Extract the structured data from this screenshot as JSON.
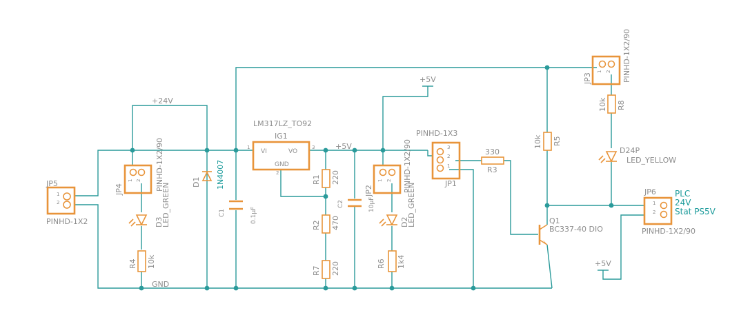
{
  "schematic": {
    "connectors": {
      "jp5": {
        "name": "JP5",
        "value": "PINHD-1X2",
        "pin1": "1",
        "pin2": "2"
      },
      "jp4": {
        "name": "JP4",
        "value": "PINHD-1X2/90",
        "pin1": "1",
        "pin2": "2"
      },
      "jp2": {
        "name": "JP2",
        "value": "PINHD-1X2/90",
        "pin1": "1",
        "pin2": "2"
      },
      "jp1": {
        "name": "JP1",
        "value": "PINHD-1X3",
        "pin1": "1",
        "pin2": "2",
        "pin3": "3"
      },
      "jp3": {
        "name": "JP3",
        "value": "PINHD-1X2/90",
        "pin1": "1",
        "pin2": "2"
      },
      "jp6": {
        "name": "JP6",
        "value": "PINHD-1X2/90",
        "pin1": "1",
        "pin2": "2"
      }
    },
    "regulator": {
      "name": "IG1",
      "value": "LM317LZ_TO92",
      "pin_vi": "VI",
      "pin_vo": "VO",
      "pin_gnd": "GND",
      "pin1": "1",
      "pin2": "2",
      "pin3": "3"
    },
    "diodes": {
      "d1": {
        "name": "D1",
        "value": "1N4007"
      },
      "d3": {
        "name": "D3",
        "value": "LED_GREEN"
      },
      "d2": {
        "name": "D2",
        "value": "LED_GREEN"
      },
      "d24p": {
        "name": "D24P",
        "value": "LED_YELLOW"
      }
    },
    "capacitors": {
      "c1": {
        "name": "C1",
        "value": "0.1µF"
      },
      "c2": {
        "name": "C2",
        "value": "10µF"
      }
    },
    "resistors": {
      "r1": {
        "name": "R1",
        "value": "220"
      },
      "r2": {
        "name": "R2",
        "value": "470"
      },
      "r7": {
        "name": "R7",
        "value": "220"
      },
      "r4": {
        "name": "R4",
        "value": "10k"
      },
      "r6": {
        "name": "R6",
        "value": "1k4"
      },
      "r3": {
        "name": "R3",
        "value": "330"
      },
      "r5": {
        "name": "R5",
        "value": "10k"
      },
      "r8": {
        "name": "R8",
        "value": "10k"
      }
    },
    "transistor": {
      "name": "Q1",
      "value": "BC337-40 DIO"
    },
    "supplies": {
      "v24": "+24V",
      "v5_main": "+5V",
      "v5_top": "+5V",
      "v5_bottom": "+5V",
      "gnd": "GND"
    },
    "plc_note": {
      "line1": "PLC",
      "line2": "24V",
      "line3": "Stat PS5V"
    },
    "colors": {
      "wire": "#2a9a9a",
      "part": "#e8943a",
      "text": "#8c8c8c",
      "note": "#1a9a9a"
    }
  }
}
